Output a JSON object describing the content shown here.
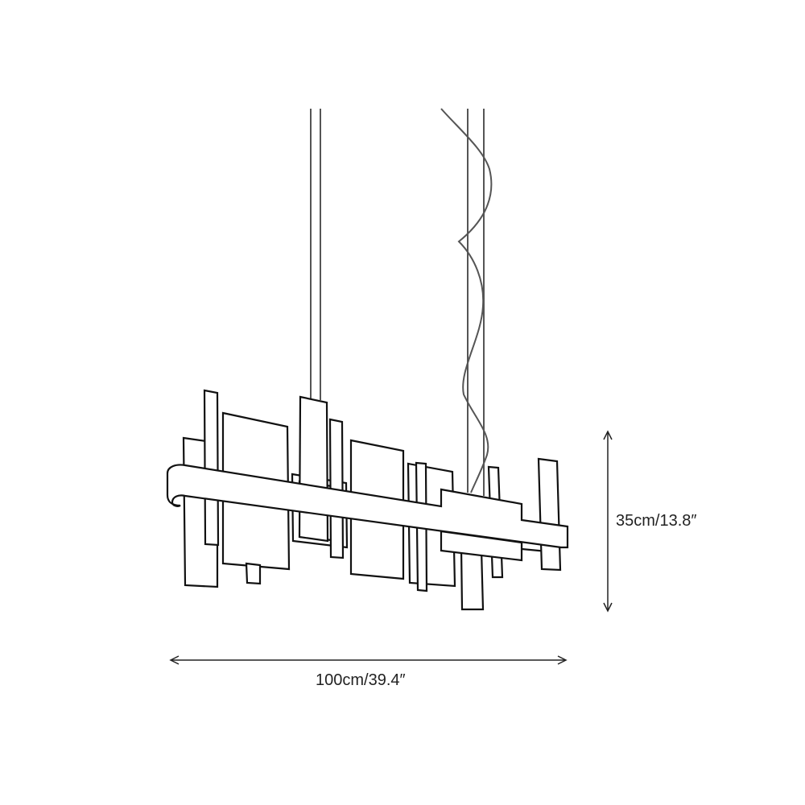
{
  "title": "Chandelier dimension drawing",
  "dimensions": {
    "height_label": "35cm/13.8″",
    "width_label": "100cm/39.4″"
  },
  "colors": {
    "line": "#111111",
    "rod": "#555555",
    "background": "#ffffff"
  }
}
